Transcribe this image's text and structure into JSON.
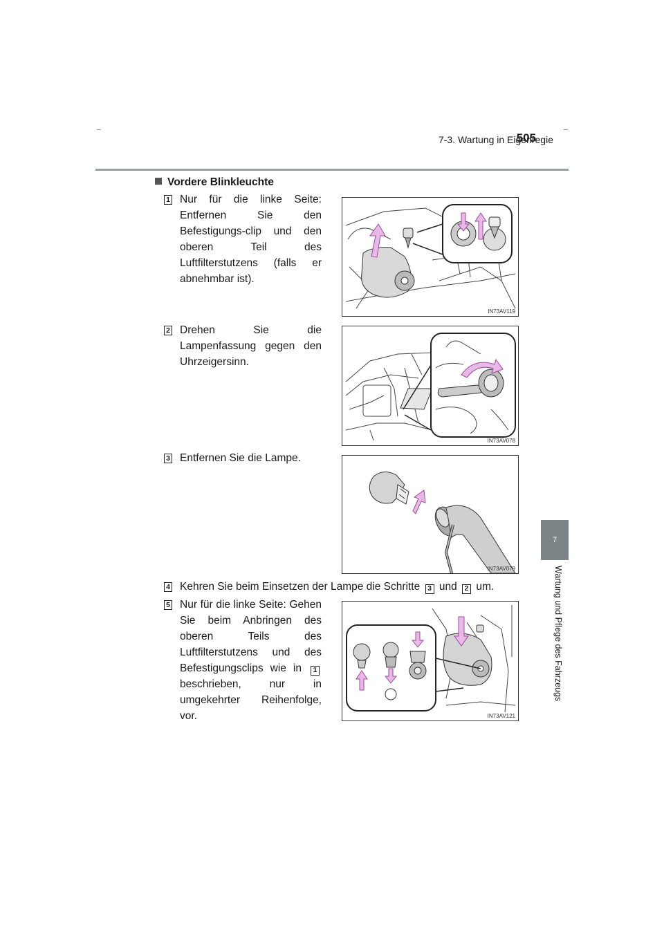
{
  "header": {
    "chapter": "7-3. Wartung in Eigenregie",
    "page_number": "505"
  },
  "side_tab": {
    "number": "7",
    "label": "Wartung und Pflege des Fahrzeugs"
  },
  "section": {
    "title": "Vordere Blinkleuchte"
  },
  "steps": [
    {
      "number": "1",
      "text": "Nur für die linke Seite: Entfernen Sie den Befestigungs-clip und den oberen Teil des Luftfilterstutzens (falls er abnehmbar ist).",
      "figure_code": "IN73AV119"
    },
    {
      "number": "2",
      "text": "Drehen Sie die Lampenfassung gegen den Uhrzeigersinn.",
      "figure_code": "IN73AV078"
    },
    {
      "number": "3",
      "text": "Entfernen Sie die Lampe.",
      "figure_code": "IN73AV079"
    },
    {
      "number": "4",
      "text_before": "Kehren Sie beim Einsetzen der Lampe die Schritte",
      "ref_a": "3",
      "text_middle": "und",
      "ref_b": "2",
      "text_after": "um."
    },
    {
      "number": "5",
      "text_before": "Nur für die linke Seite: Gehen Sie beim Anbringen des oberen Teils des Luftfilterstutzens und des Befestigungsclips wie in",
      "ref": "1",
      "text_after": "beschrieben, nur in umgekehrter Reihenfolge, vor.",
      "figure_code": "IN73AV121"
    }
  ],
  "colors": {
    "arrow_fill": "#e8b8e6",
    "arrow_stroke": "#a04a9c",
    "tab_gray": "#7d8488",
    "rule_gray": "#9aa0a3"
  }
}
